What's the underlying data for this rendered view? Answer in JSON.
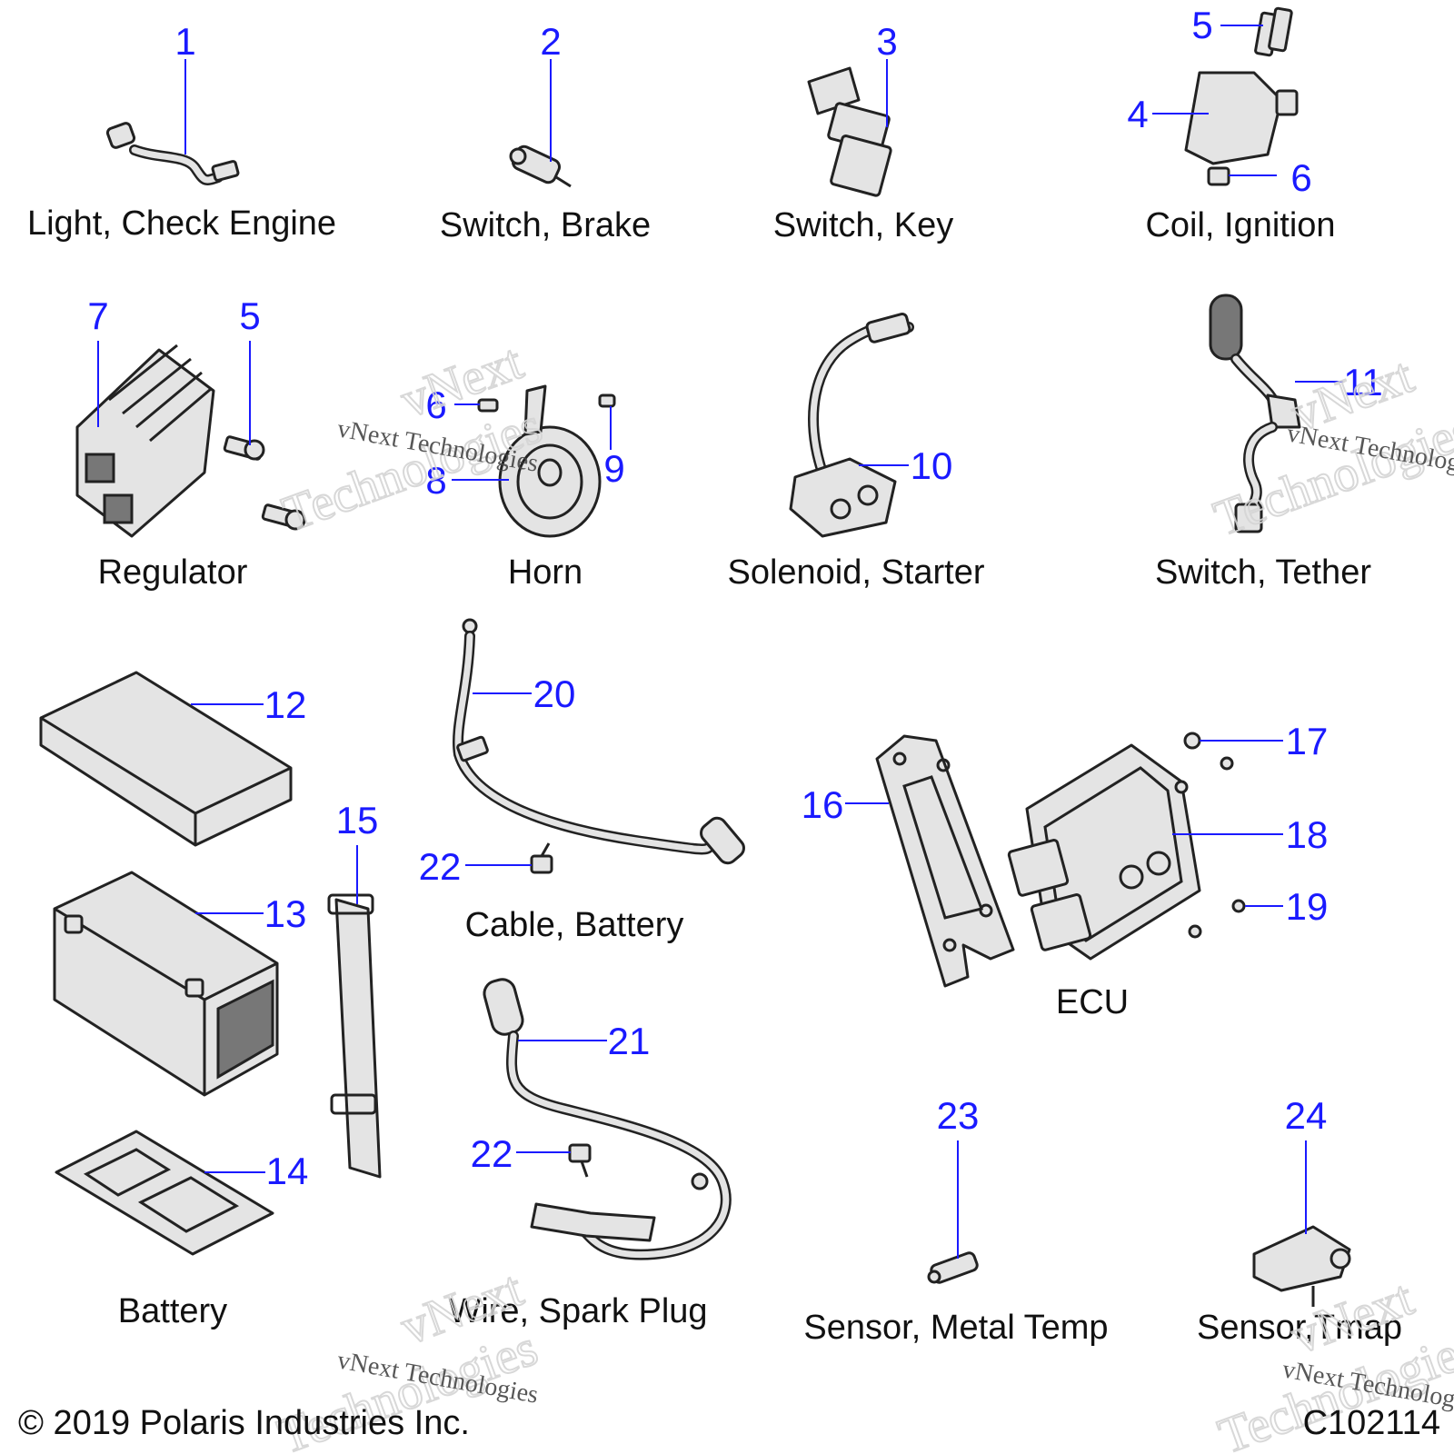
{
  "captions": {
    "light_check_engine": "Light, Check Engine",
    "switch_brake": "Switch, Brake",
    "switch_key": "Switch, Key",
    "coil_ignition": "Coil, Ignition",
    "regulator": "Regulator",
    "horn": "Horn",
    "solenoid_starter": "Solenoid, Starter",
    "switch_tether": "Switch, Tether",
    "cable_battery": "Cable, Battery",
    "ecu": "ECU",
    "battery": "Battery",
    "wire_spark_plug": "Wire, Spark Plug",
    "sensor_metal_temp": "Sensor, Metal Temp",
    "sensor_tmap": "Sensor,Tmap"
  },
  "callouts": {
    "c1": "1",
    "c2": "2",
    "c3": "3",
    "c4": "4",
    "c5a": "5",
    "c6a": "6",
    "c7": "7",
    "c5b": "5",
    "c6b": "6",
    "c8": "8",
    "c9": "9",
    "c10": "10",
    "c11": "11",
    "c12": "12",
    "c13": "13",
    "c14": "14",
    "c15": "15",
    "c16": "16",
    "c17": "17",
    "c18": "18",
    "c19": "19",
    "c20": "20",
    "c21": "21",
    "c22a": "22",
    "c22b": "22",
    "c23": "23",
    "c24": "24"
  },
  "footer": {
    "copyright": "© 2019 Polaris Industries Inc.",
    "drawing_id": "C102114"
  },
  "watermark": {
    "line1": "vNext",
    "line2": "Technologies",
    "small": "vNext Technologies"
  },
  "colors": {
    "callout": "#1a1aff",
    "text": "#111111",
    "part_fill": "#e4e4e4"
  }
}
